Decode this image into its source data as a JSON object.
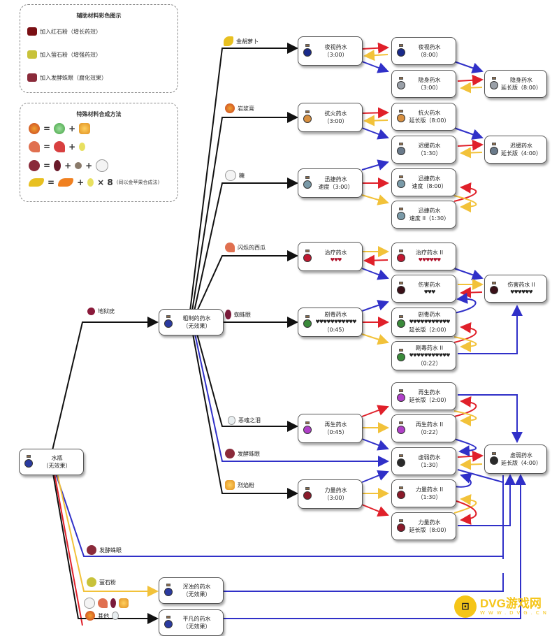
{
  "colors": {
    "redstone": "#e0202a",
    "glowstone": "#f2c23a",
    "fermented": "#3030c8",
    "base": "#111111"
  },
  "legend": {
    "title": "辅助材料彩色图示",
    "items": [
      {
        "label": "加入红石粉（增长药效）",
        "color": "#e0202a",
        "icon": "redstone-dust-icon"
      },
      {
        "label": "加入萤石粉（增强药效）",
        "color": "#f2c23a",
        "icon": "glowstone-dust-icon"
      },
      {
        "label": "加入发酵蛛眼（腐化效果）",
        "color": "#3030c8",
        "icon": "fermented-spider-eye-icon"
      }
    ]
  },
  "recipes": {
    "title": "特殊材料合成方法",
    "rows": [
      {
        "result": "magma-cream-icon",
        "parts": [
          "slimeball-icon",
          "blaze-powder-icon"
        ]
      },
      {
        "result": "glistering-melon-icon",
        "parts": [
          "melon-slice-icon",
          "gold-nugget-icon"
        ]
      },
      {
        "result": "fermented-spider-eye-icon",
        "parts": [
          "spider-eye-icon",
          "brown-mushroom-icon",
          "sugar-icon"
        ]
      },
      {
        "result": "golden-carrot-icon",
        "parts": [
          "carrot-icon",
          "gold-nugget-icon"
        ],
        "multiplier": "× 8",
        "note": "(同以金苹果合成法)"
      }
    ],
    "equals": "=",
    "plus": "+"
  },
  "ingredients": {
    "golden_carrot": "金胡萝卜",
    "magma_cream": "岩浆膏",
    "sugar": "糖",
    "glistering_melon": "闪烁的西瓜",
    "spider_eye": "蜘蛛眼",
    "ghast_tear": "恶魂之泪",
    "fermented_eye": "发酵蛛眼",
    "blaze_powder": "烈焰粉",
    "nether_wart": "地狱疣",
    "fermented_eye_2": "发酵蛛眼",
    "glowstone": "萤石粉",
    "others": "其他"
  },
  "nodes": {
    "water": {
      "name": "水瓶",
      "sub": "（无效果）"
    },
    "awkward": {
      "name": "粗制的药水",
      "sub": "（无效果）"
    },
    "thick": {
      "name": "浑浊的药水",
      "sub": "（无效果）"
    },
    "mundane": {
      "name": "平凡的药水",
      "sub": "（无效果）"
    },
    "night_vision": {
      "name": "夜视药水",
      "sub": "（3:00）"
    },
    "night_vision_ext": {
      "name": "夜视药水",
      "sub": "（8:00）"
    },
    "invisibility": {
      "name": "隐身药水",
      "sub": "（3:00）"
    },
    "invisibility_ext": {
      "name": "隐身药水",
      "sub": "延长版（8:00）"
    },
    "fire_res": {
      "name": "抗火药水",
      "sub": "（3:00）"
    },
    "fire_res_ext": {
      "name": "抗火药水",
      "sub": "延长版（8:00）"
    },
    "slowness": {
      "name": "迟缓药水",
      "sub": "（1:30）"
    },
    "slowness_ext": {
      "name": "迟缓药水",
      "sub": "延长版（4:00）"
    },
    "swiftness": {
      "name": "迅捷药水",
      "sub": "速度（3:00）"
    },
    "swiftness_ext": {
      "name": "迅捷药水",
      "sub": "速度（8:00）"
    },
    "swiftness_2": {
      "name": "迅捷药水",
      "sub": "速度 II（1:30）"
    },
    "healing": {
      "name": "治疗药水",
      "hearts": "♥♥♥"
    },
    "healing_2": {
      "name": "治疗药水 II",
      "hearts": "♥♥♥♥♥♥"
    },
    "harming": {
      "name": "伤害药水",
      "hearts": "♥♥♥"
    },
    "harming_2": {
      "name": "伤害药水 II",
      "hearts": "♥♥♥♥♥♥"
    },
    "poison": {
      "name": "剧毒药水",
      "hearts": "♥♥♥♥♥♥♥♥♥♥♥",
      "sub": "（0:45）"
    },
    "poison_ext": {
      "name": "剧毒药水",
      "hearts": "♥♥♥♥♥♥♥♥♥♥♥",
      "sub": "延长版（2:00）"
    },
    "poison_2": {
      "name": "剧毒药水 II",
      "hearts": "♥♥♥♥♥♥♥♥♥♥♥",
      "sub": "（0:22）"
    },
    "regen": {
      "name": "再生药水",
      "sub": "（0:45）"
    },
    "regen_ext": {
      "name": "再生药水",
      "sub": "延长版（2:00）"
    },
    "regen_2": {
      "name": "再生药水 II",
      "sub": "（0:22）"
    },
    "weakness": {
      "name": "虚弱药水",
      "sub": "（1:30）"
    },
    "weakness_ext": {
      "name": "虚弱药水",
      "sub": "延长版（4:00）"
    },
    "strength": {
      "name": "力量药水",
      "sub": "（3:00）"
    },
    "strength_2": {
      "name": "力量药水 II",
      "sub": "（1:30）"
    },
    "strength_ext": {
      "name": "力量药水",
      "sub": "延长版（8:00）"
    }
  },
  "watermark": {
    "title": "DVG游戏网",
    "url": "WWW.DVG.CN"
  }
}
